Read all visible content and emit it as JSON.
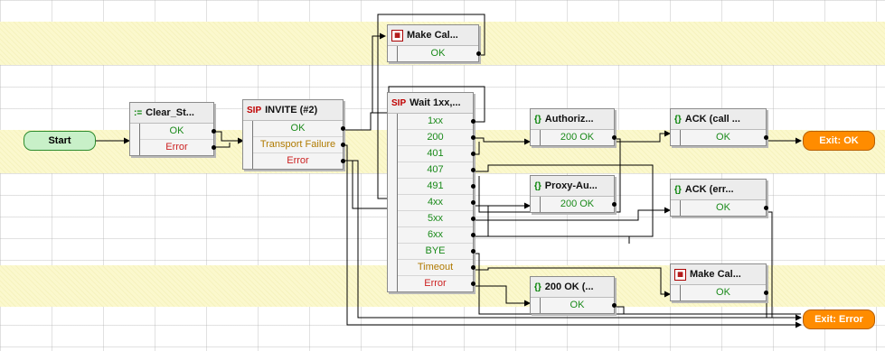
{
  "start": {
    "label": "Start"
  },
  "exit_ok": {
    "label": "Exit: OK"
  },
  "exit_error": {
    "label": "Exit: Error"
  },
  "nodes": {
    "clear": {
      "title": "Clear_St...",
      "icon": ":=",
      "ports": [
        "OK",
        "Error"
      ]
    },
    "invite": {
      "title": "INVITE (#2)",
      "icon": "SIP",
      "ports": [
        "OK",
        "Transport Failure",
        "Error"
      ]
    },
    "makecall_top": {
      "title": "Make Cal...",
      "icon": "calc",
      "ports": [
        "OK"
      ]
    },
    "wait": {
      "title": "Wait 1xx,...",
      "icon": "SIP",
      "ports": [
        "1xx",
        "200",
        "401",
        "407",
        "491",
        "4xx",
        "5xx",
        "6xx",
        "BYE",
        "Timeout",
        "Error"
      ]
    },
    "authoriz": {
      "title": "Authoriz...",
      "icon": "{}",
      "ports": [
        "200 OK"
      ]
    },
    "proxy": {
      "title": "Proxy-Au...",
      "icon": "{}",
      "ports": [
        "200 OK"
      ]
    },
    "ok200": {
      "title": "200 OK (...",
      "icon": "{}",
      "ports": [
        "OK"
      ]
    },
    "ack_call": {
      "title": "ACK (call ...",
      "icon": "{}",
      "ports": [
        "OK"
      ]
    },
    "ack_err": {
      "title": "ACK (err...",
      "icon": "{}",
      "ports": [
        "OK"
      ]
    },
    "makecall_bottom": {
      "title": "Make Cal...",
      "icon": "calc",
      "ports": [
        "OK"
      ]
    }
  },
  "colors": {
    "ok": "#1a8a1a",
    "error": "#cc2222",
    "warning": "#b07a00",
    "start": "#c8f0c8",
    "exit": "#ff8c00",
    "band": "#fbf8cd"
  }
}
